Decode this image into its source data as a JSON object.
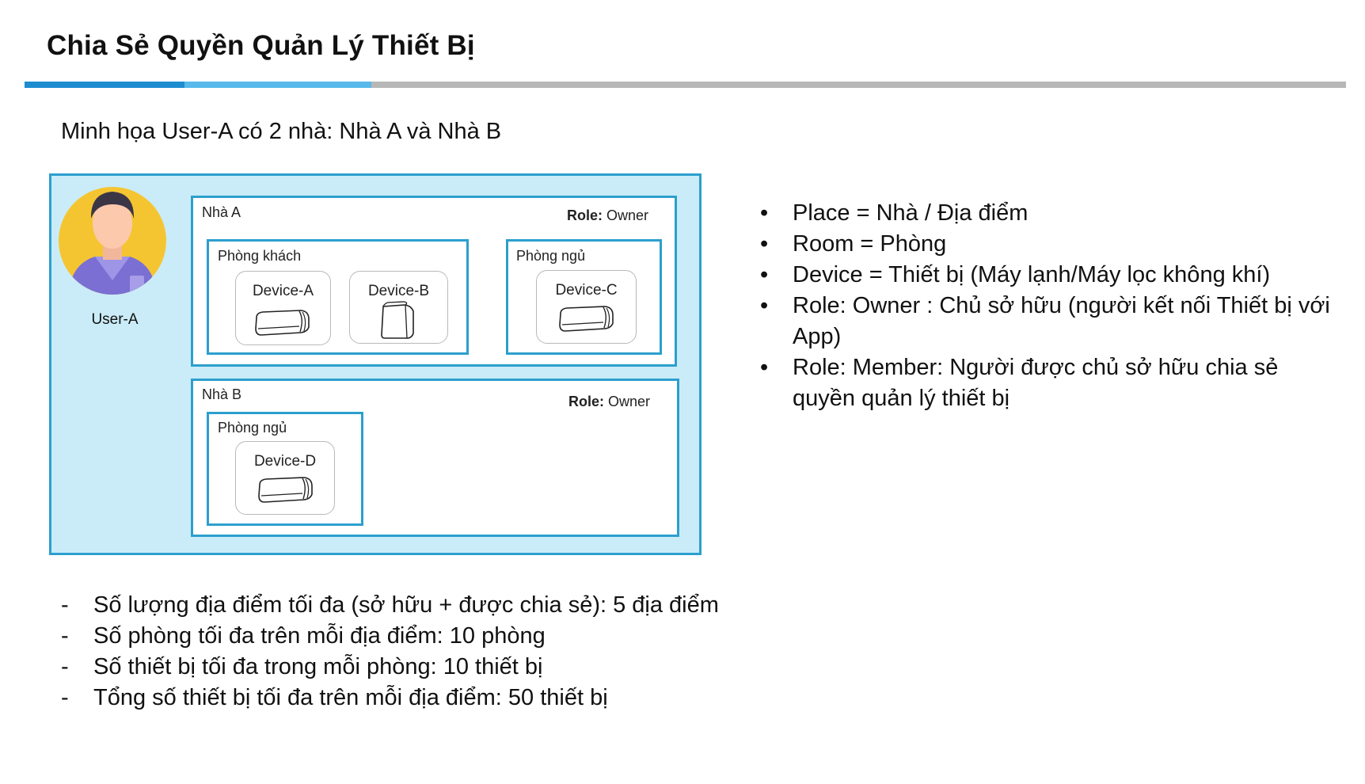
{
  "title": "Chia Sẻ Quyền Quản Lý Thiết Bị",
  "subtitle": "Minh họa User-A có 2  nhà: Nhà A và Nhà B",
  "colors": {
    "accent_dark": "#1d8dd0",
    "accent_light": "#58b9ea",
    "panel_fill": "#caecf8",
    "border": "#2c9fce"
  },
  "diagram": {
    "user": {
      "label": "User-A",
      "icon": "user-avatar-icon"
    },
    "role_label": "Role",
    "houses": [
      {
        "name": "Nhà A",
        "role": "Owner",
        "rooms": [
          {
            "name": "Phòng khách",
            "devices": [
              {
                "name": "Device-A",
                "icon": "air-conditioner-icon"
              },
              {
                "name": "Device-B",
                "icon": "air-purifier-icon"
              }
            ]
          },
          {
            "name": "Phòng ngủ",
            "devices": [
              {
                "name": "Device-C",
                "icon": "air-conditioner-icon"
              }
            ]
          }
        ]
      },
      {
        "name": "Nhà B",
        "role": "Owner",
        "rooms": [
          {
            "name": "Phòng ngủ",
            "devices": [
              {
                "name": "Device-D",
                "icon": "air-conditioner-icon"
              }
            ]
          }
        ]
      }
    ]
  },
  "legend": {
    "bullet": "•",
    "items": [
      "Place = Nhà / Địa điểm",
      "Room = Phòng",
      "Device = Thiết bị (Máy lạnh/Máy lọc không khí)",
      "Role: Owner : Chủ sở hữu (người kết nối Thiết bị với App)",
      "Role: Member: Người được chủ sở hữu chia sẻ quyền quản lý thiết bị"
    ]
  },
  "limits": {
    "dash": "-",
    "items": [
      "Số lượng địa điểm tối đa (sở hữu + được chia sẻ): 5 địa điểm",
      "Số phòng tối đa trên mỗi địa điểm: 10 phòng",
      "Số thiết bị tối đa trong mỗi phòng: 10 thiết bị",
      "Tổng số thiết bị tối đa trên mỗi địa điểm: 50 thiết bị"
    ]
  }
}
